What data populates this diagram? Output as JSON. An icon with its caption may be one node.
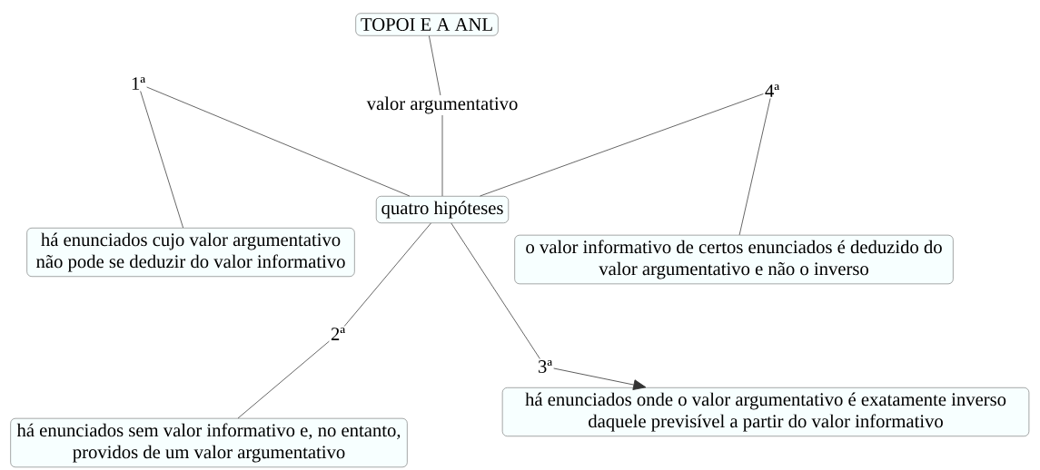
{
  "diagram": {
    "nodes": [
      {
        "text": [
          "TOPOI E A ANL"
        ]
      },
      {
        "text": [
          "1ª"
        ]
      },
      {
        "text": [
          "valor argumentativo"
        ]
      },
      {
        "text": [
          "4ª"
        ]
      },
      {
        "text": [
          "quatro hipóteses"
        ]
      },
      {
        "text": [
          "há enunciados cujo valor argumentativo não pode se deduzir do valor informativo"
        ]
      },
      {
        "text": [
          "o valor informativo de certos enunciados é deduzido do valor argumentativo e não o inverso"
        ]
      },
      {
        "text": [
          "2ª"
        ]
      },
      {
        "text": [
          "3ª"
        ]
      },
      {
        "text": [
          "há enunciados sem valor informativo e, no entanto, providos de um valor argumentativo"
        ]
      },
      {
        "text": [
          "há enunciados onde o valor argumentativo é exatamente inverso daquele previsível a partir do valor informativo"
        ]
      }
    ],
    "edges": [
      {
        "from": 0,
        "to": 2,
        "arrow": "none"
      },
      {
        "from": 2,
        "to": 4,
        "arrow": "none"
      },
      {
        "from": 4,
        "to": 1,
        "arrow": "none"
      },
      {
        "from": 1,
        "to": 5,
        "arrow": "none"
      },
      {
        "from": 4,
        "to": 3,
        "arrow": "none"
      },
      {
        "from": 3,
        "to": 6,
        "arrow": "none"
      },
      {
        "from": 4,
        "to": 7,
        "arrow": "none"
      },
      {
        "from": 7,
        "to": 9,
        "arrow": "none"
      },
      {
        "from": 4,
        "to": 8,
        "arrow": "none"
      },
      {
        "from": 8,
        "to": 10,
        "arrow": "to"
      }
    ]
  }
}
